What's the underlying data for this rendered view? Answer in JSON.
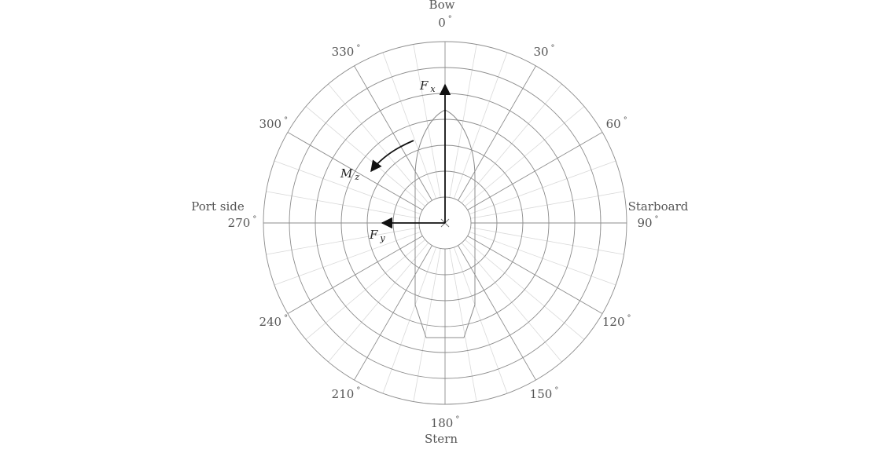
{
  "labels": {
    "bow": "Bow",
    "stern": "Stern",
    "port": "Port side",
    "starboard": "Starboard"
  },
  "angles": [
    {
      "value": 0,
      "text": "0"
    },
    {
      "value": 30,
      "text": "30"
    },
    {
      "value": 60,
      "text": "60"
    },
    {
      "value": 90,
      "text": "90"
    },
    {
      "value": 120,
      "text": "120"
    },
    {
      "value": 150,
      "text": "150"
    },
    {
      "value": 180,
      "text": "180"
    },
    {
      "value": 210,
      "text": "210"
    },
    {
      "value": 240,
      "text": "240"
    },
    {
      "value": 270,
      "text": "270"
    },
    {
      "value": 300,
      "text": "300"
    },
    {
      "value": 330,
      "text": "330"
    }
  ],
  "degree_symbol": "°",
  "forces": {
    "fx": {
      "main": "F",
      "sub": "x"
    },
    "fy": {
      "main": "F",
      "sub": "y"
    },
    "mz": {
      "main": "M",
      "sub": "z"
    }
  },
  "colors": {
    "grid_major": "#8c8c8c",
    "grid_minor": "#d9d9d9",
    "arrow": "#111111",
    "text": "#555555"
  }
}
